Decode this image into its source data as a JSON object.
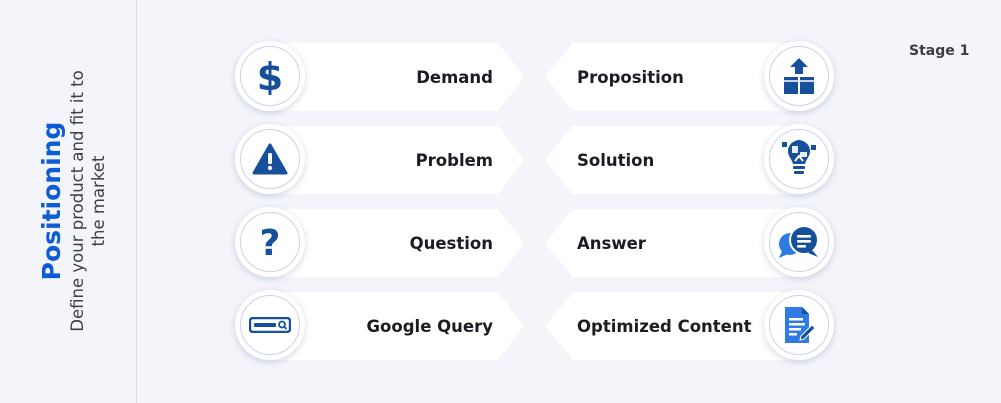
{
  "sidebar": {
    "title": "Positioning",
    "subtitle_line1": "Define your product and fit it to",
    "subtitle_line2": "the market"
  },
  "stage_label": "Stage 1",
  "colors": {
    "accent": "#0b5cd5",
    "icon_blue": "#17509a",
    "icon_light": "#2f7be4",
    "background": "#f3f5fb"
  },
  "rows": [
    {
      "left": {
        "label": "Demand",
        "icon": "dollar-icon"
      },
      "right": {
        "label": "Proposition",
        "icon": "box-upload-icon"
      }
    },
    {
      "left": {
        "label": "Problem",
        "icon": "warning-icon"
      },
      "right": {
        "label": "Solution",
        "icon": "lightbulb-puzzle-icon"
      }
    },
    {
      "left": {
        "label": "Question",
        "icon": "question-icon"
      },
      "right": {
        "label": "Answer",
        "icon": "chat-bubbles-icon"
      }
    },
    {
      "left": {
        "label": "Google Query",
        "icon": "search-bar-icon"
      },
      "right": {
        "label": "Optimized Content",
        "icon": "document-edit-icon"
      }
    }
  ]
}
